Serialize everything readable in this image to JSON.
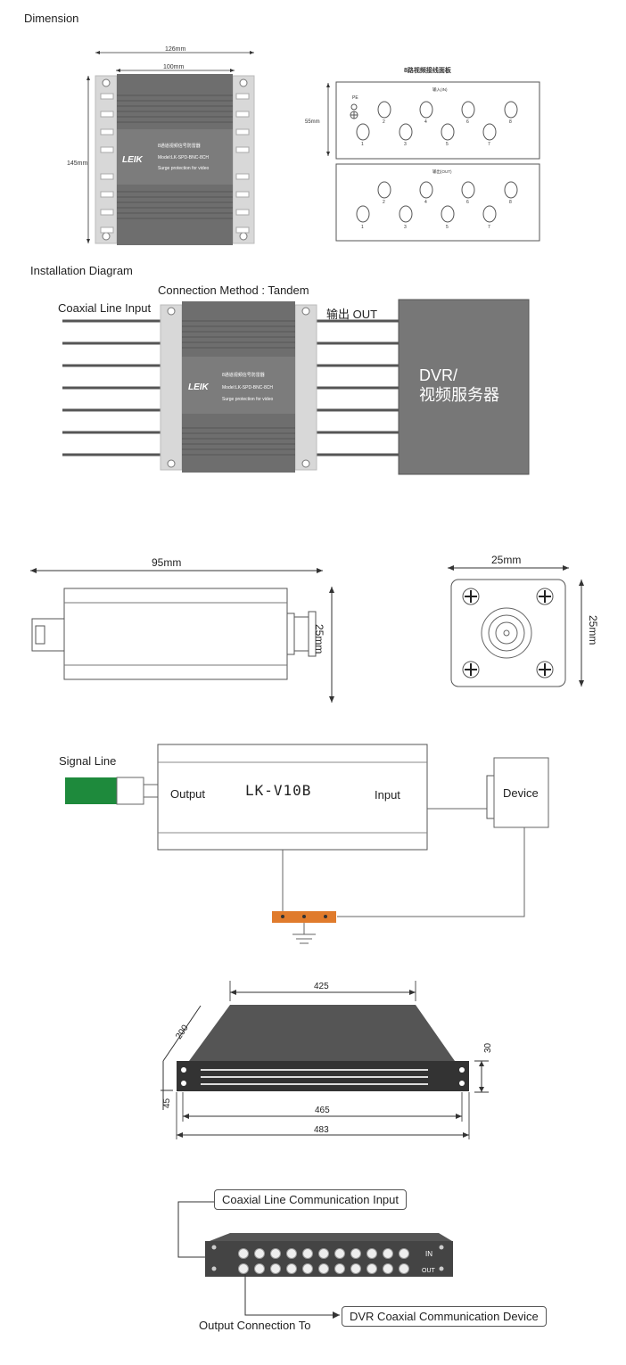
{
  "sections": {
    "dimension_title": "Dimension",
    "installation_title": "Installation Diagram"
  },
  "dimension": {
    "width_outer": "126mm",
    "width_inner": "100mm",
    "height": "145mm",
    "panel_title": "8路视频接线面板",
    "panel_height": "55mm",
    "input_label": "输入(IN)",
    "output_label": "输出(OUT)",
    "pe_label": "PE",
    "port_numbers_top": [
      "2",
      "4",
      "6",
      "8"
    ],
    "port_numbers_bottom": [
      "1",
      "3",
      "5",
      "7"
    ],
    "device_line1": "8通道视频信号防雷器",
    "device_line2": "Model:LK-SPD-BNC-8CH",
    "device_line3": "Surge protection for video",
    "brand": "LEIK"
  },
  "installation": {
    "method": "Connection Method : Tandem",
    "input_label": "Coaxial Line Input",
    "output_label": "输出 OUT",
    "dvr_line1": "DVR/",
    "dvr_line2": "视频服务器"
  },
  "single": {
    "length": "95mm",
    "height": "25mm",
    "end_width": "25mm",
    "end_height": "25mm"
  },
  "wiring": {
    "signal_line": "Signal Line",
    "output": "Output",
    "model": "LK-V10B",
    "input": "Input",
    "device": "Device"
  },
  "rack": {
    "top": "425",
    "depth": "200",
    "height_total": "45",
    "height_panel": "30",
    "width_inner": "465",
    "width_outer": "483"
  },
  "rack_conn": {
    "input": "Coaxial Line Communication Input",
    "in_label": "IN",
    "out_label": "OUT",
    "output_to": "Output Connection To",
    "dvr": "DVR Coaxial Communication Device"
  }
}
